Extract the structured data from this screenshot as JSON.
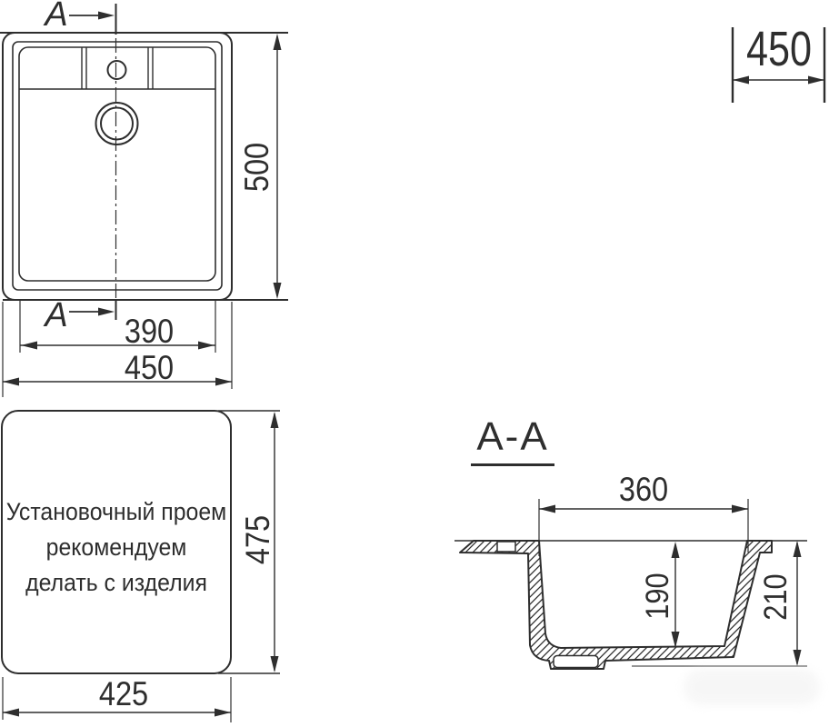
{
  "colors": {
    "line": "#2e2e2e",
    "background": "#ffffff"
  },
  "top_view": {
    "section_arrow_top_label": "A",
    "section_arrow_bottom_label": "A",
    "dim_depth": "500",
    "dim_bowl_width": "390",
    "dim_overall_width": "450"
  },
  "width_callout": {
    "value": "450"
  },
  "cutout_view": {
    "note_lines": [
      "Установочный проем",
      "рекомендуем",
      "делать с изделия"
    ],
    "dim_height": "475",
    "dim_width": "425"
  },
  "section_view": {
    "title": "A-A",
    "dim_bottom_width": "360",
    "dim_inner_depth": "190",
    "dim_overall_depth": "210"
  }
}
